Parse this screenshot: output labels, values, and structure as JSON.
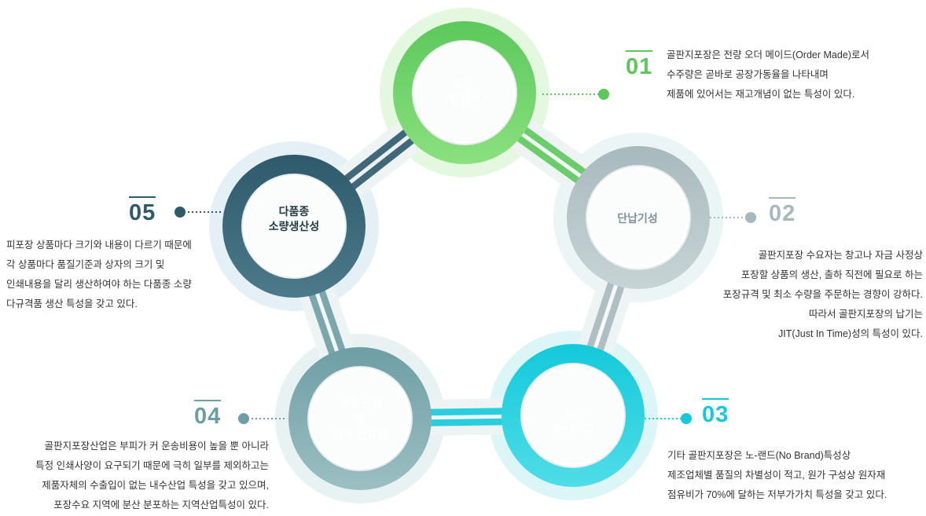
{
  "nodes": [
    {
      "id": "n1",
      "label_lines": [
        "주문",
        "산업성"
      ],
      "color": "#5cc85c",
      "color2": "#8be07f",
      "halo": "#d9f5d2",
      "text_color": "#ffffff"
    },
    {
      "id": "n2",
      "label_lines": [
        "단납기성"
      ],
      "color": "#a8b9bd",
      "color2": "#c7d4d6",
      "halo": "#e2f1f1",
      "text_color": "#7e9196"
    },
    {
      "id": "n3",
      "label_lines": [
        "NO",
        "BRAND"
      ],
      "color": "#14c9da",
      "color2": "#4fdde8",
      "halo": "#cdf1f4",
      "text_color": "#ffffff"
    },
    {
      "id": "n4",
      "label_lines": [
        "내수 산업",
        "및",
        "지역 산업성"
      ],
      "color": "#6e9ea5",
      "color2": "#9cbfc2",
      "halo": "#dfecec",
      "text_color": "#ffffff"
    },
    {
      "id": "n5",
      "label_lines": [
        "다품종",
        "소량생산성"
      ],
      "color": "#2e5a6b",
      "color2": "#4c7a8b",
      "halo": "#d9e9f1",
      "text_color": "#243b44"
    }
  ],
  "items": [
    {
      "num": "01",
      "color": "#5cc85c",
      "lines": [
        "골판지포장은 전량 오더 메이드(Order Made)로서",
        "수주량은 곧바로 공장가동율을 나타내며",
        "제품에 있어서는 재고개념이 없는 특성이 있다."
      ]
    },
    {
      "num": "02",
      "color": "#a8b9bd",
      "lines": [
        "골판지포장 수요자는 창고나 자금 사정상",
        "포장할 상품의 생산, 출하 직전에 필요로 하는",
        "포장규격 및 최소 수량을 주문하는 경향이 강하다.",
        "따라서 골판지포장의 납기는",
        "JIT(Just In Time)성의 특성이 있다."
      ]
    },
    {
      "num": "03",
      "color": "#14c9da",
      "lines": [
        "기타 골판지포장은 노-랜드(No Brand)특성상",
        "제조업체별 품질의 차별성이 적고, 원가 구성상 원자재",
        "점유비가 70%에 달하는 저부가가치 특성을 갖고 있다."
      ]
    },
    {
      "num": "04",
      "color": "#6e9ea5",
      "lines": [
        "골판지포장산업은 부피가 커 운송비용이 높을 뿐 아니라",
        "특정 인쇄사양이 요구되기 때문에 극히 일부를 제외하고는",
        "제품자체의 수출입이 없는 내수산업 특성을 갖고 있으며,",
        "포장수요 지역에 분산 분포하는 지역산업특성이 있다."
      ]
    },
    {
      "num": "05",
      "color": "#2e5a6b",
      "lines": [
        "피포장 상품마다 크기와 내용이 다르기 때문에",
        "각 상품마다 품질기준과 상자의 크기 및",
        "인쇄내용을 달리 생산하여야 하는 다품종 소량",
        "다규격품 생산 특성을 갖고 있다."
      ]
    }
  ]
}
